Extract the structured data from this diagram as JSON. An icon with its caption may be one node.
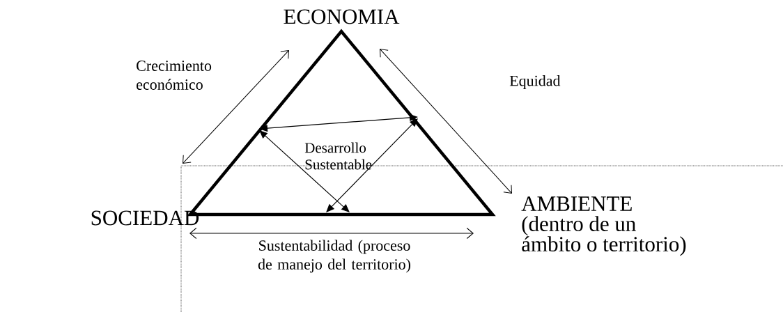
{
  "diagram": {
    "nodes": [
      {
        "text": [
          "ECONOMIA"
        ]
      },
      {
        "text": [
          "SOCIEDAD"
        ]
      },
      {
        "text": [
          "AMBIENTE",
          "(dentro de un ámbito o territorio)"
        ]
      }
    ],
    "edges": [
      {
        "from": 1,
        "to": 0,
        "arrow": "both",
        "label": "Crecimiento económico"
      },
      {
        "from": 0,
        "to": 2,
        "arrow": "both",
        "label": "Equidad"
      },
      {
        "from": 1,
        "to": 2,
        "arrow": "both",
        "label": "Sustentabilidad (proceso de manejo del territorio)"
      }
    ],
    "labels": [
      "Desarrollo Sustentable"
    ]
  }
}
